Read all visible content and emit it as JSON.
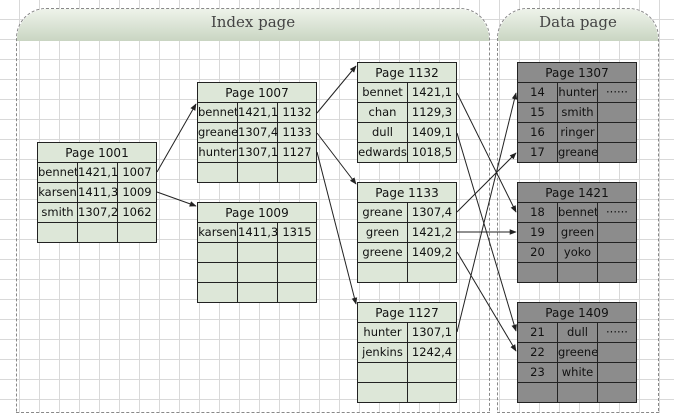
{
  "regions": {
    "index_label": "Index page",
    "data_label": "Data page"
  },
  "pages": {
    "p1001": {
      "title": "Page 1001",
      "rows": [
        [
          "bennet",
          "1421,1",
          "1007"
        ],
        [
          "karsen",
          "1411,3",
          "1009"
        ],
        [
          "smith",
          "1307,2",
          "1062"
        ],
        [
          "",
          "",
          ""
        ]
      ]
    },
    "p1007": {
      "title": "Page 1007",
      "rows": [
        [
          "bennet",
          "1421,1",
          "1132"
        ],
        [
          "greane",
          "1307,4",
          "1133"
        ],
        [
          "hunter",
          "1307,1",
          "1127"
        ],
        [
          "",
          "",
          ""
        ]
      ]
    },
    "p1009": {
      "title": "Page 1009",
      "rows": [
        [
          "karsen",
          "1411,3",
          "1315"
        ],
        [
          "",
          "",
          ""
        ],
        [
          "",
          "",
          ""
        ],
        [
          "",
          "",
          ""
        ]
      ]
    },
    "p1132": {
      "title": "Page 1132",
      "rows": [
        [
          "bennet",
          "1421,1"
        ],
        [
          "chan",
          "1129,3"
        ],
        [
          "dull",
          "1409,1"
        ],
        [
          "edwards",
          "1018,5"
        ]
      ]
    },
    "p1133": {
      "title": "Page 1133",
      "rows": [
        [
          "greane",
          "1307,4"
        ],
        [
          "green",
          "1421,2"
        ],
        [
          "greene",
          "1409,2"
        ],
        [
          "",
          ""
        ]
      ]
    },
    "p1127": {
      "title": "Page 1127",
      "rows": [
        [
          "hunter",
          "1307,1"
        ],
        [
          "jenkins",
          "1242,4"
        ],
        [
          "",
          ""
        ],
        [
          "",
          ""
        ]
      ]
    },
    "p1307": {
      "title": "Page 1307",
      "rows": [
        [
          "14",
          "hunter",
          "······"
        ],
        [
          "15",
          "smith",
          ""
        ],
        [
          "16",
          "ringer",
          ""
        ],
        [
          "17",
          "greane",
          ""
        ]
      ]
    },
    "p1421": {
      "title": "Page 1421",
      "rows": [
        [
          "18",
          "bennet",
          "······"
        ],
        [
          "19",
          "green",
          ""
        ],
        [
          "20",
          "yoko",
          ""
        ],
        [
          "",
          "",
          ""
        ]
      ]
    },
    "p1409": {
      "title": "Page 1409",
      "rows": [
        [
          "21",
          "dull",
          "······"
        ],
        [
          "22",
          "greene",
          ""
        ],
        [
          "23",
          "white",
          ""
        ],
        [
          "",
          "",
          ""
        ]
      ]
    }
  }
}
